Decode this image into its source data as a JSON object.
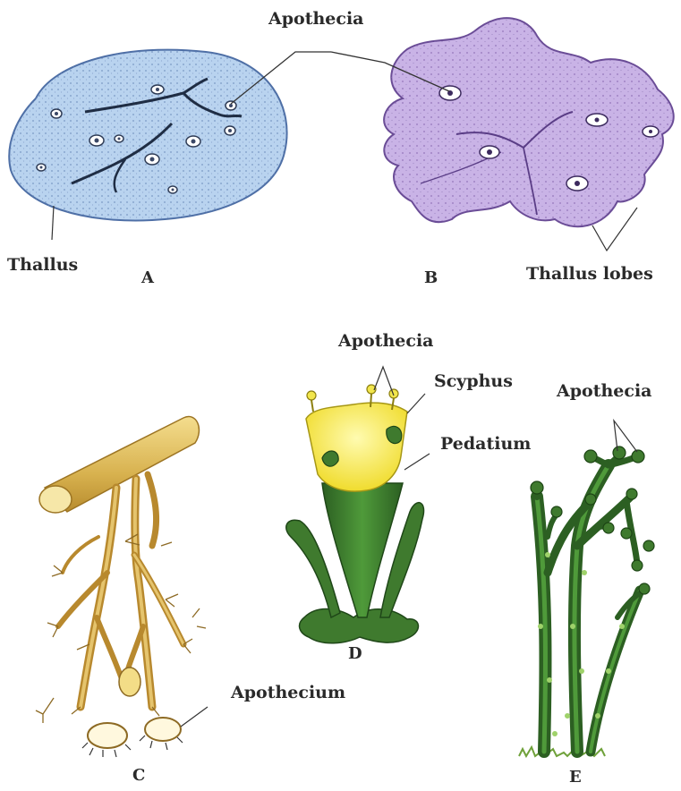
{
  "labels": {
    "apothecia_top": "Apothecia",
    "thallus": "Thallus",
    "fig_a": "A",
    "fig_b": "B",
    "thallus_lobes": "Thallus lobes",
    "apothecia_d": "Apothecia",
    "scyphus": "Scyphus",
    "pedatium": "Pedatium",
    "apothecia_e": "Apothecia",
    "fig_c": "C",
    "fig_d": "D",
    "apothecium": "Apothecium",
    "fig_e": "E"
  },
  "colors": {
    "crustose_fill": "#b9d3ef",
    "foliose_fill": "#c9b3e6",
    "fruticose_stalk": "#c9a14a",
    "cup_yellow": "#f2e64c",
    "cup_green": "#3f7a2e",
    "stem_green": "#2f6a2a",
    "label_text": "#2a2a2a"
  }
}
